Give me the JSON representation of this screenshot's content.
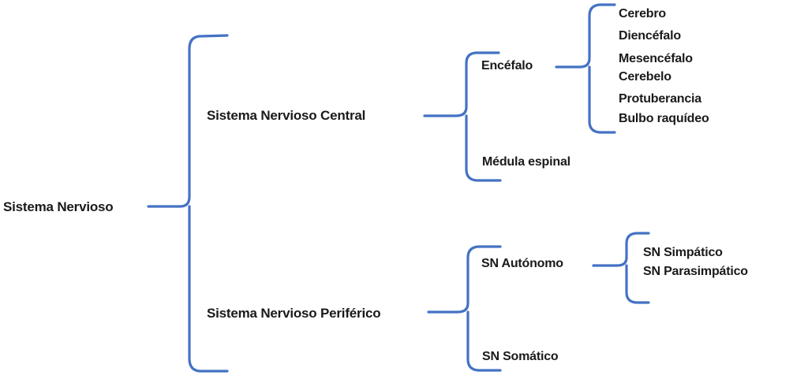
{
  "diagram": {
    "title": "Sistema Nervioso",
    "type": "brace-hierarchy",
    "accent_color": "#4472C4",
    "text_color": "#1a1a1a",
    "background_color": "#ffffff",
    "language": "es"
  },
  "root": {
    "label": "Sistema Nervioso"
  },
  "level1": [
    {
      "label": "Sistema Nervioso Central"
    },
    {
      "label": "Sistema Nervioso Periférico"
    }
  ],
  "level2": {
    "central": [
      {
        "label": "Encéfalo"
      },
      {
        "label": "Médula espinal"
      }
    ],
    "periferico": [
      {
        "label": "SN Autónomo"
      },
      {
        "label": "SN Somático"
      }
    ]
  },
  "level3": {
    "encefalo": [
      {
        "label": "Cerebro"
      },
      {
        "label": "Diencéfalo"
      },
      {
        "label": "Mesencéfalo"
      },
      {
        "label": "Cerebelo"
      },
      {
        "label": "Protuberancia"
      },
      {
        "label": "Bulbo raquídeo"
      }
    ],
    "autonomo": [
      {
        "label": "SN Simpático"
      },
      {
        "label": "SN Parasimpático"
      }
    ]
  },
  "braces": [
    {
      "name": "brace-root",
      "opens": "right"
    },
    {
      "name": "brace-central",
      "opens": "right"
    },
    {
      "name": "brace-encefalo",
      "opens": "right"
    },
    {
      "name": "brace-periferico",
      "opens": "right"
    },
    {
      "name": "brace-autonomo",
      "opens": "right"
    }
  ]
}
